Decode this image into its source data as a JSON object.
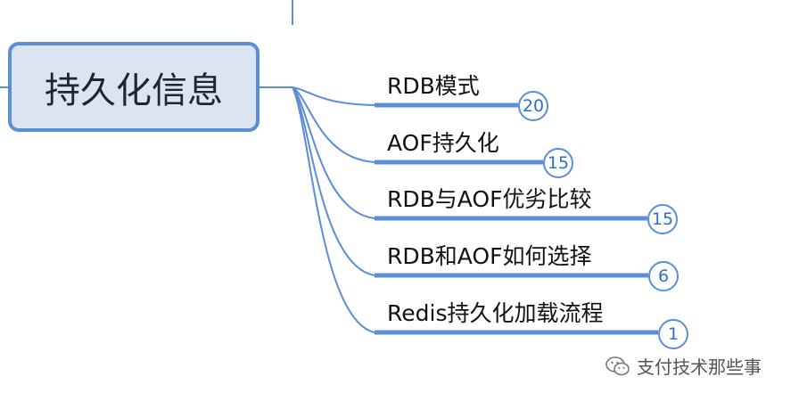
{
  "root": {
    "label": "持久化信息"
  },
  "branches": [
    {
      "label": "RDB模式",
      "count": "20"
    },
    {
      "label": "AOF持久化",
      "count": "15"
    },
    {
      "label": "RDB与AOF优劣比较",
      "count": "15"
    },
    {
      "label": "RDB和AOF如何选择",
      "count": "6"
    },
    {
      "label": "Redis持久化加载流程",
      "count": "1"
    }
  ],
  "watermark": {
    "text": "支付技术那些事",
    "icon": "wechat-icon"
  },
  "colors": {
    "line": "#5b8ed6",
    "root_fill": "#dbe5f1",
    "text": "#111111"
  }
}
